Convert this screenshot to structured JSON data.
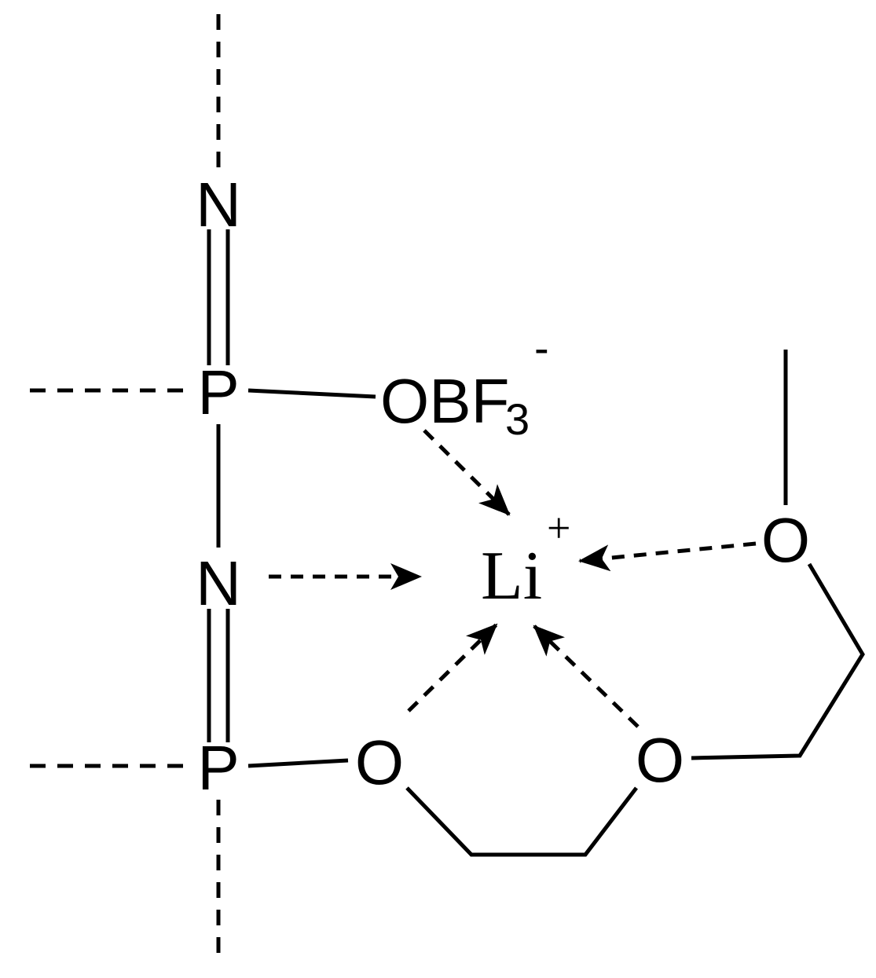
{
  "atoms": {
    "n_top": "N",
    "p_upper": "P",
    "obf3_o": "OBF",
    "obf3_sub": "3",
    "obf3_charge": "-",
    "n_middle": "N",
    "p_lower": "P",
    "li": "Li",
    "li_charge": "+",
    "o_right": "O",
    "o_bottom_left": "O",
    "o_bottom_right": "O"
  }
}
